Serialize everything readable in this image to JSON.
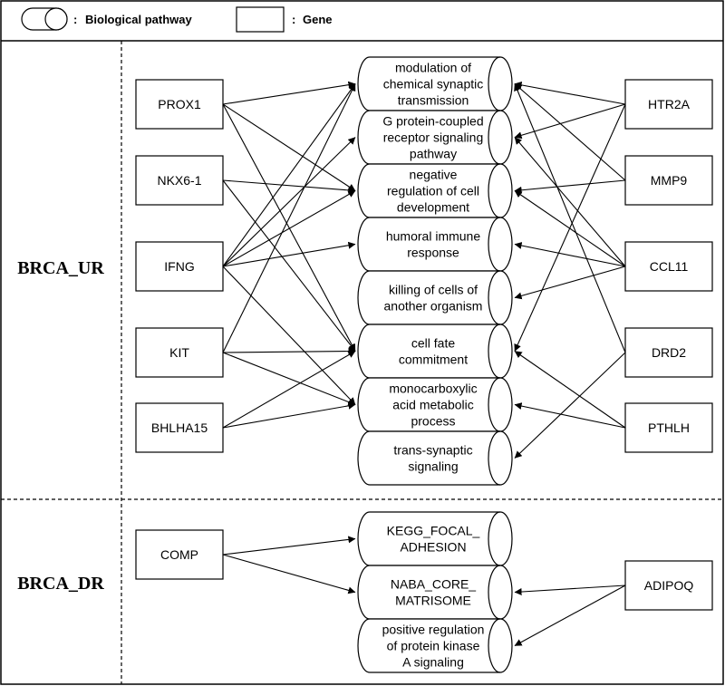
{
  "legend": {
    "pathway_label": "Biological pathway",
    "gene_label": "Gene",
    "separator": ":"
  },
  "sections": [
    {
      "id": "ur",
      "label": "BRCA_UR",
      "left_genes": [
        "PROX1",
        "NKX6-1",
        "IFNG",
        "KIT",
        "BHLHA15"
      ],
      "right_genes": [
        "HTR2A",
        "MMP9",
        "CCL11",
        "DRD2",
        "PTHLH"
      ],
      "pathways": [
        [
          "modulation of",
          "chemical synaptic",
          "transmission"
        ],
        [
          "G protein-coupled",
          "receptor signaling",
          "pathway"
        ],
        [
          "negative",
          "regulation of cell",
          "development"
        ],
        [
          "humoral immune",
          "response"
        ],
        [
          "killing of cells of",
          "another organism"
        ],
        [
          "cell fate",
          "commitment"
        ],
        [
          "monocarboxylic",
          "acid metabolic",
          "process"
        ],
        [
          "trans-synaptic",
          "signaling"
        ]
      ],
      "edges": [
        [
          "PROX1",
          0
        ],
        [
          "PROX1",
          2
        ],
        [
          "PROX1",
          5
        ],
        [
          "NKX6-1",
          2
        ],
        [
          "NKX6-1",
          5
        ],
        [
          "IFNG",
          0
        ],
        [
          "IFNG",
          1
        ],
        [
          "IFNG",
          2
        ],
        [
          "IFNG",
          3
        ],
        [
          "IFNG",
          6
        ],
        [
          "KIT",
          0
        ],
        [
          "KIT",
          5
        ],
        [
          "KIT",
          6
        ],
        [
          "BHLHA15",
          5
        ],
        [
          "BHLHA15",
          6
        ],
        [
          "HTR2A",
          0
        ],
        [
          "HTR2A",
          1
        ],
        [
          "HTR2A",
          5
        ],
        [
          "MMP9",
          0
        ],
        [
          "MMP9",
          2
        ],
        [
          "CCL11",
          1
        ],
        [
          "CCL11",
          2
        ],
        [
          "CCL11",
          3
        ],
        [
          "CCL11",
          4
        ],
        [
          "DRD2",
          0
        ],
        [
          "DRD2",
          7
        ],
        [
          "PTHLH",
          5
        ],
        [
          "PTHLH",
          6
        ]
      ]
    },
    {
      "id": "dr",
      "label": "BRCA_DR",
      "left_genes": [
        "COMP"
      ],
      "right_genes": [
        "ADIPOQ"
      ],
      "pathways": [
        [
          "KEGG_FOCAL_",
          "ADHESION"
        ],
        [
          "NABA_CORE_",
          "MATRISOME"
        ],
        [
          "positive regulation",
          "of protein kinase",
          "A signaling"
        ]
      ],
      "edges": [
        [
          "COMP",
          0
        ],
        [
          "COMP",
          1
        ],
        [
          "ADIPOQ",
          1
        ],
        [
          "ADIPOQ",
          2
        ]
      ]
    }
  ]
}
